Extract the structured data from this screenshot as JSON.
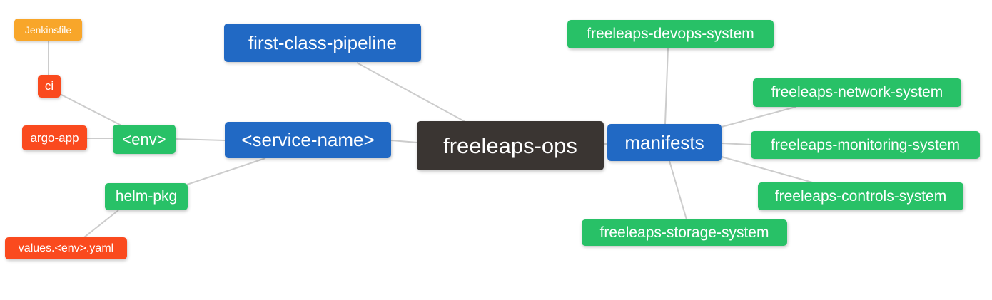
{
  "colors": {
    "background": "#ffffff",
    "text": "#ffffff",
    "edge": "#cccccc",
    "dark": "#3a3532",
    "blue": "#2169c4",
    "green": "#28c167",
    "red": "#fa4a1e",
    "orange": "#f8a62a"
  },
  "mindmap": {
    "nodes": [
      {
        "id": "freeleaps-ops",
        "label": "freeleaps-ops",
        "level": "root"
      },
      {
        "id": "first-class-pipeline",
        "label": "first-class-pipeline",
        "level": "branch"
      },
      {
        "id": "service-name",
        "label": "<service-name>",
        "level": "branch"
      },
      {
        "id": "manifests",
        "label": "manifests",
        "level": "branch"
      },
      {
        "id": "env",
        "label": "<env>",
        "level": "sub"
      },
      {
        "id": "helm-pkg",
        "label": "helm-pkg",
        "level": "sub"
      },
      {
        "id": "ci",
        "label": "ci",
        "level": "leaf"
      },
      {
        "id": "argo-app",
        "label": "argo-app",
        "level": "leaf"
      },
      {
        "id": "values-env-yaml",
        "label": "values.<env>.yaml",
        "level": "leaf"
      },
      {
        "id": "jenkinsfile",
        "label": "Jenkinsfile",
        "level": "leaf2"
      },
      {
        "id": "freeleaps-devops-system",
        "label": "freeleaps-devops-system",
        "level": "sub"
      },
      {
        "id": "freeleaps-network-system",
        "label": "freeleaps-network-system",
        "level": "sub"
      },
      {
        "id": "freeleaps-monitoring-system",
        "label": "freeleaps-monitoring-system",
        "level": "sub"
      },
      {
        "id": "freeleaps-controls-system",
        "label": "freeleaps-controls-system",
        "level": "sub"
      },
      {
        "id": "freeleaps-storage-system",
        "label": "freeleaps-storage-system",
        "level": "sub"
      }
    ],
    "edges": [
      {
        "from": "jenkinsfile",
        "to": "ci"
      },
      {
        "from": "ci",
        "to": "env"
      },
      {
        "from": "argo-app",
        "to": "env"
      },
      {
        "from": "env",
        "to": "service-name"
      },
      {
        "from": "helm-pkg",
        "to": "service-name"
      },
      {
        "from": "values-env-yaml",
        "to": "helm-pkg"
      },
      {
        "from": "first-class-pipeline",
        "to": "freeleaps-ops"
      },
      {
        "from": "service-name",
        "to": "freeleaps-ops"
      },
      {
        "from": "manifests",
        "to": "freeleaps-ops"
      },
      {
        "from": "freeleaps-devops-system",
        "to": "manifests"
      },
      {
        "from": "freeleaps-network-system",
        "to": "manifests"
      },
      {
        "from": "freeleaps-monitoring-system",
        "to": "manifests"
      },
      {
        "from": "freeleaps-controls-system",
        "to": "manifests"
      },
      {
        "from": "freeleaps-storage-system",
        "to": "manifests"
      }
    ]
  }
}
